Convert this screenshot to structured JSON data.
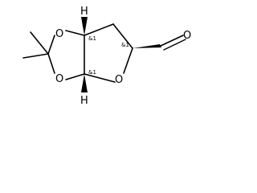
{
  "molecule": {
    "atoms": {
      "o_top_left": "O",
      "o_bottom_left": "O",
      "o_ring": "O",
      "o_aldehyde": "O",
      "h_top": "H",
      "h_bottom": "H"
    },
    "stereo_labels": {
      "c3a": "&1",
      "c4": "&1",
      "c6a": "&1"
    }
  }
}
